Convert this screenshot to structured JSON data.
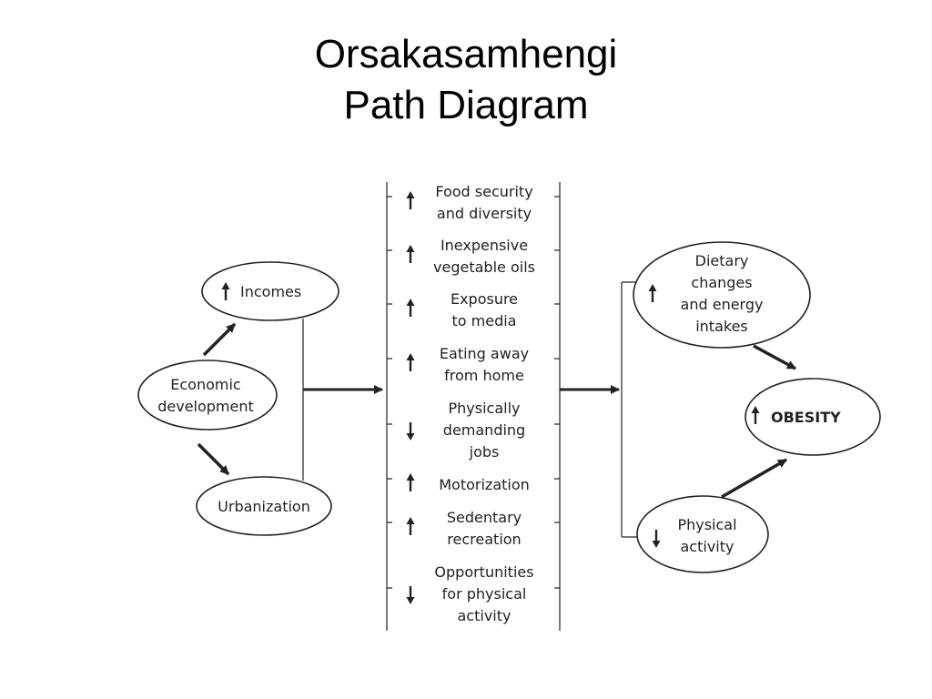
{
  "title": {
    "line1": "Orsakasamhengi",
    "line2": "Path Diagram"
  },
  "left_nodes": {
    "economic": {
      "line1": "Economic",
      "line2": "development"
    },
    "incomes": {
      "label": "Incomes",
      "direction": "up"
    },
    "urbanization": {
      "label": "Urbanization"
    }
  },
  "middle_factors": [
    {
      "direction": "up",
      "lines": [
        "Food security",
        "and diversity"
      ]
    },
    {
      "direction": "up",
      "lines": [
        "Inexpensive",
        "vegetable oils"
      ]
    },
    {
      "direction": "up",
      "lines": [
        "Exposure",
        "to media"
      ]
    },
    {
      "direction": "up",
      "lines": [
        "Eating away",
        "from home"
      ]
    },
    {
      "direction": "down",
      "lines": [
        "Physically",
        "demanding",
        "jobs"
      ]
    },
    {
      "direction": "up",
      "lines": [
        "Motorization"
      ]
    },
    {
      "direction": "up",
      "lines": [
        "Sedentary",
        "recreation"
      ]
    },
    {
      "direction": "down",
      "lines": [
        "Opportunities",
        "for physical",
        "activity"
      ]
    }
  ],
  "right_nodes": {
    "dietary": {
      "direction": "up",
      "lines": [
        "Dietary",
        "changes",
        "and energy",
        "intakes"
      ]
    },
    "physical": {
      "direction": "down",
      "lines": [
        "Physical",
        "activity"
      ]
    },
    "obesity": {
      "direction": "up",
      "label": "OBESITY"
    }
  },
  "colors": {
    "line": "#222222",
    "text": "#222222",
    "background": "#ffffff"
  }
}
